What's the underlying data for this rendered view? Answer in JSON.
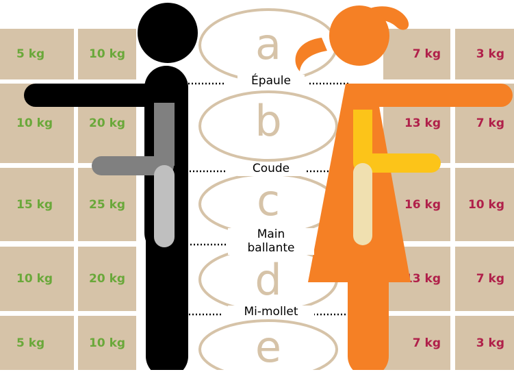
{
  "rows": [
    {
      "left": [
        "5 kg",
        "10 kg"
      ],
      "right": [
        "7 kg",
        "3 kg"
      ]
    },
    {
      "left": [
        "10 kg",
        "20 kg"
      ],
      "right": [
        "13 kg",
        "7 kg"
      ]
    },
    {
      "left": [
        "15 kg",
        "25 kg"
      ],
      "right": [
        "16 kg",
        "10 kg"
      ]
    },
    {
      "left": [
        "10 kg",
        "20 kg"
      ],
      "right": [
        "13 kg",
        "7 kg"
      ]
    },
    {
      "left": [
        "5 kg",
        "10 kg"
      ],
      "right": [
        "7 kg",
        "3 kg"
      ]
    }
  ],
  "zones": [
    "a",
    "b",
    "c",
    "d",
    "e"
  ],
  "markers": {
    "shoulder": "Épaule",
    "elbow": "Coude",
    "hand_line1": "Main",
    "hand_line2": "ballante",
    "calf": "Mi-mollet"
  },
  "colors": {
    "cell_bg": "#d6c3a8",
    "male_weights": "#6aa83a",
    "female_weights": "#b0204a",
    "male_figure": "#000000",
    "female_figure": "#f58025",
    "female_forearm": "#fcc419"
  }
}
